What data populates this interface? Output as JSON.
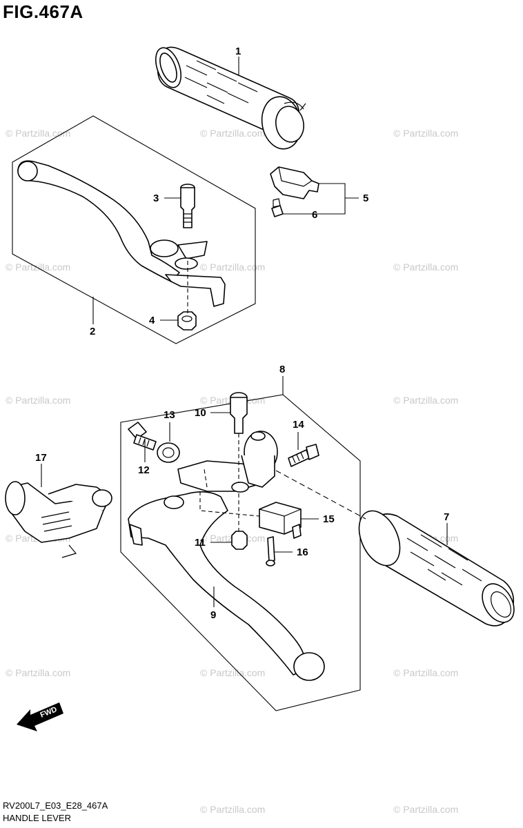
{
  "figure": {
    "title": "FIG.467A",
    "code": "RV200L7_E03_E28_467A",
    "name": "HANDLE LEVER"
  },
  "watermark": {
    "text": "© Partzilla.com"
  },
  "fwd_label": "FWD",
  "parts": [
    {
      "ref": "1"
    },
    {
      "ref": "2"
    },
    {
      "ref": "3"
    },
    {
      "ref": "4"
    },
    {
      "ref": "5"
    },
    {
      "ref": "6"
    },
    {
      "ref": "7"
    },
    {
      "ref": "8"
    },
    {
      "ref": "9"
    },
    {
      "ref": "10"
    },
    {
      "ref": "11"
    },
    {
      "ref": "12"
    },
    {
      "ref": "13"
    },
    {
      "ref": "14"
    },
    {
      "ref": "15"
    },
    {
      "ref": "16"
    },
    {
      "ref": "17"
    }
  ]
}
